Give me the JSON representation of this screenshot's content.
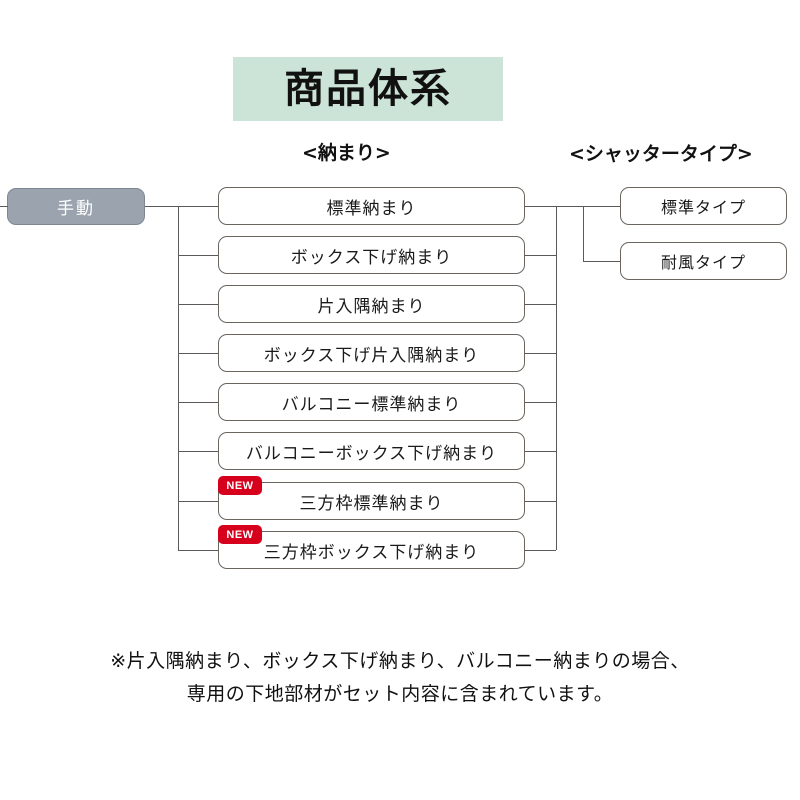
{
  "title": {
    "text": "商品体系",
    "background_color": "#cce3d7"
  },
  "headings": {
    "osamari": "<納まり>",
    "shutter": "<シャッタータイプ>"
  },
  "root": {
    "label": "手動",
    "fill_color": "#9aa3ae",
    "text_color": "#ffffff"
  },
  "badges": {
    "new_label": "NEW",
    "new_color": "#d6001c"
  },
  "osamari_nodes": [
    {
      "label": "標準納まり",
      "new": false
    },
    {
      "label": "ボックス下げ納まり",
      "new": false
    },
    {
      "label": "片入隅納まり",
      "new": false
    },
    {
      "label": "ボックス下げ片入隅納まり",
      "new": false
    },
    {
      "label": "バルコニー標準納まり",
      "new": false
    },
    {
      "label": "バルコニーボックス下げ納まり",
      "new": false
    },
    {
      "label": "三方枠標準納まり",
      "new": true
    },
    {
      "label": "三方枠ボックス下げ納まり",
      "new": true
    }
  ],
  "shutter_nodes": [
    {
      "label": "標準タイプ"
    },
    {
      "label": "耐風タイプ"
    }
  ],
  "footnote": {
    "line1": "※片入隅納まり、ボックス下げ納まり、バルコニー納まりの場合、",
    "line2": "専用の下地部材がセット内容に含まれています。"
  }
}
